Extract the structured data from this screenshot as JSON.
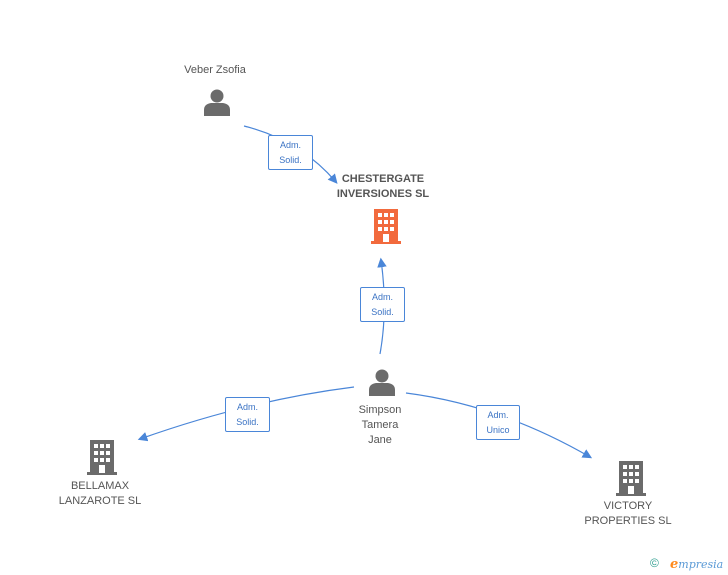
{
  "colors": {
    "edge": "#4a86d8",
    "person": "#6b6b6b",
    "company": "#6b6b6b",
    "main_company": "#f26a3d"
  },
  "nodes": {
    "veber": {
      "name": "Veber Zsofia",
      "icon": "person-icon"
    },
    "chestergate": {
      "name": "CHESTERGATE\nINVERSIONES SL",
      "icon": "building-icon"
    },
    "simpson": {
      "name": "Simpson\nTamera\nJane",
      "icon": "person-icon"
    },
    "bellamax": {
      "name": "BELLAMAX\nLANZAROTE SL",
      "icon": "building-icon"
    },
    "victory": {
      "name": "VICTORY\nPROPERTIES SL",
      "icon": "building-icon"
    }
  },
  "edges": {
    "veber_chestergate": "Adm.\nSolid.",
    "simpson_chestergate": "Adm.\nSolid.",
    "simpson_bellamax": "Adm.\nSolid.",
    "simpson_victory": "Adm.\nUnico"
  },
  "footer": {
    "copyright": "©",
    "brand_first": "e",
    "brand_rest": "mpresia"
  }
}
